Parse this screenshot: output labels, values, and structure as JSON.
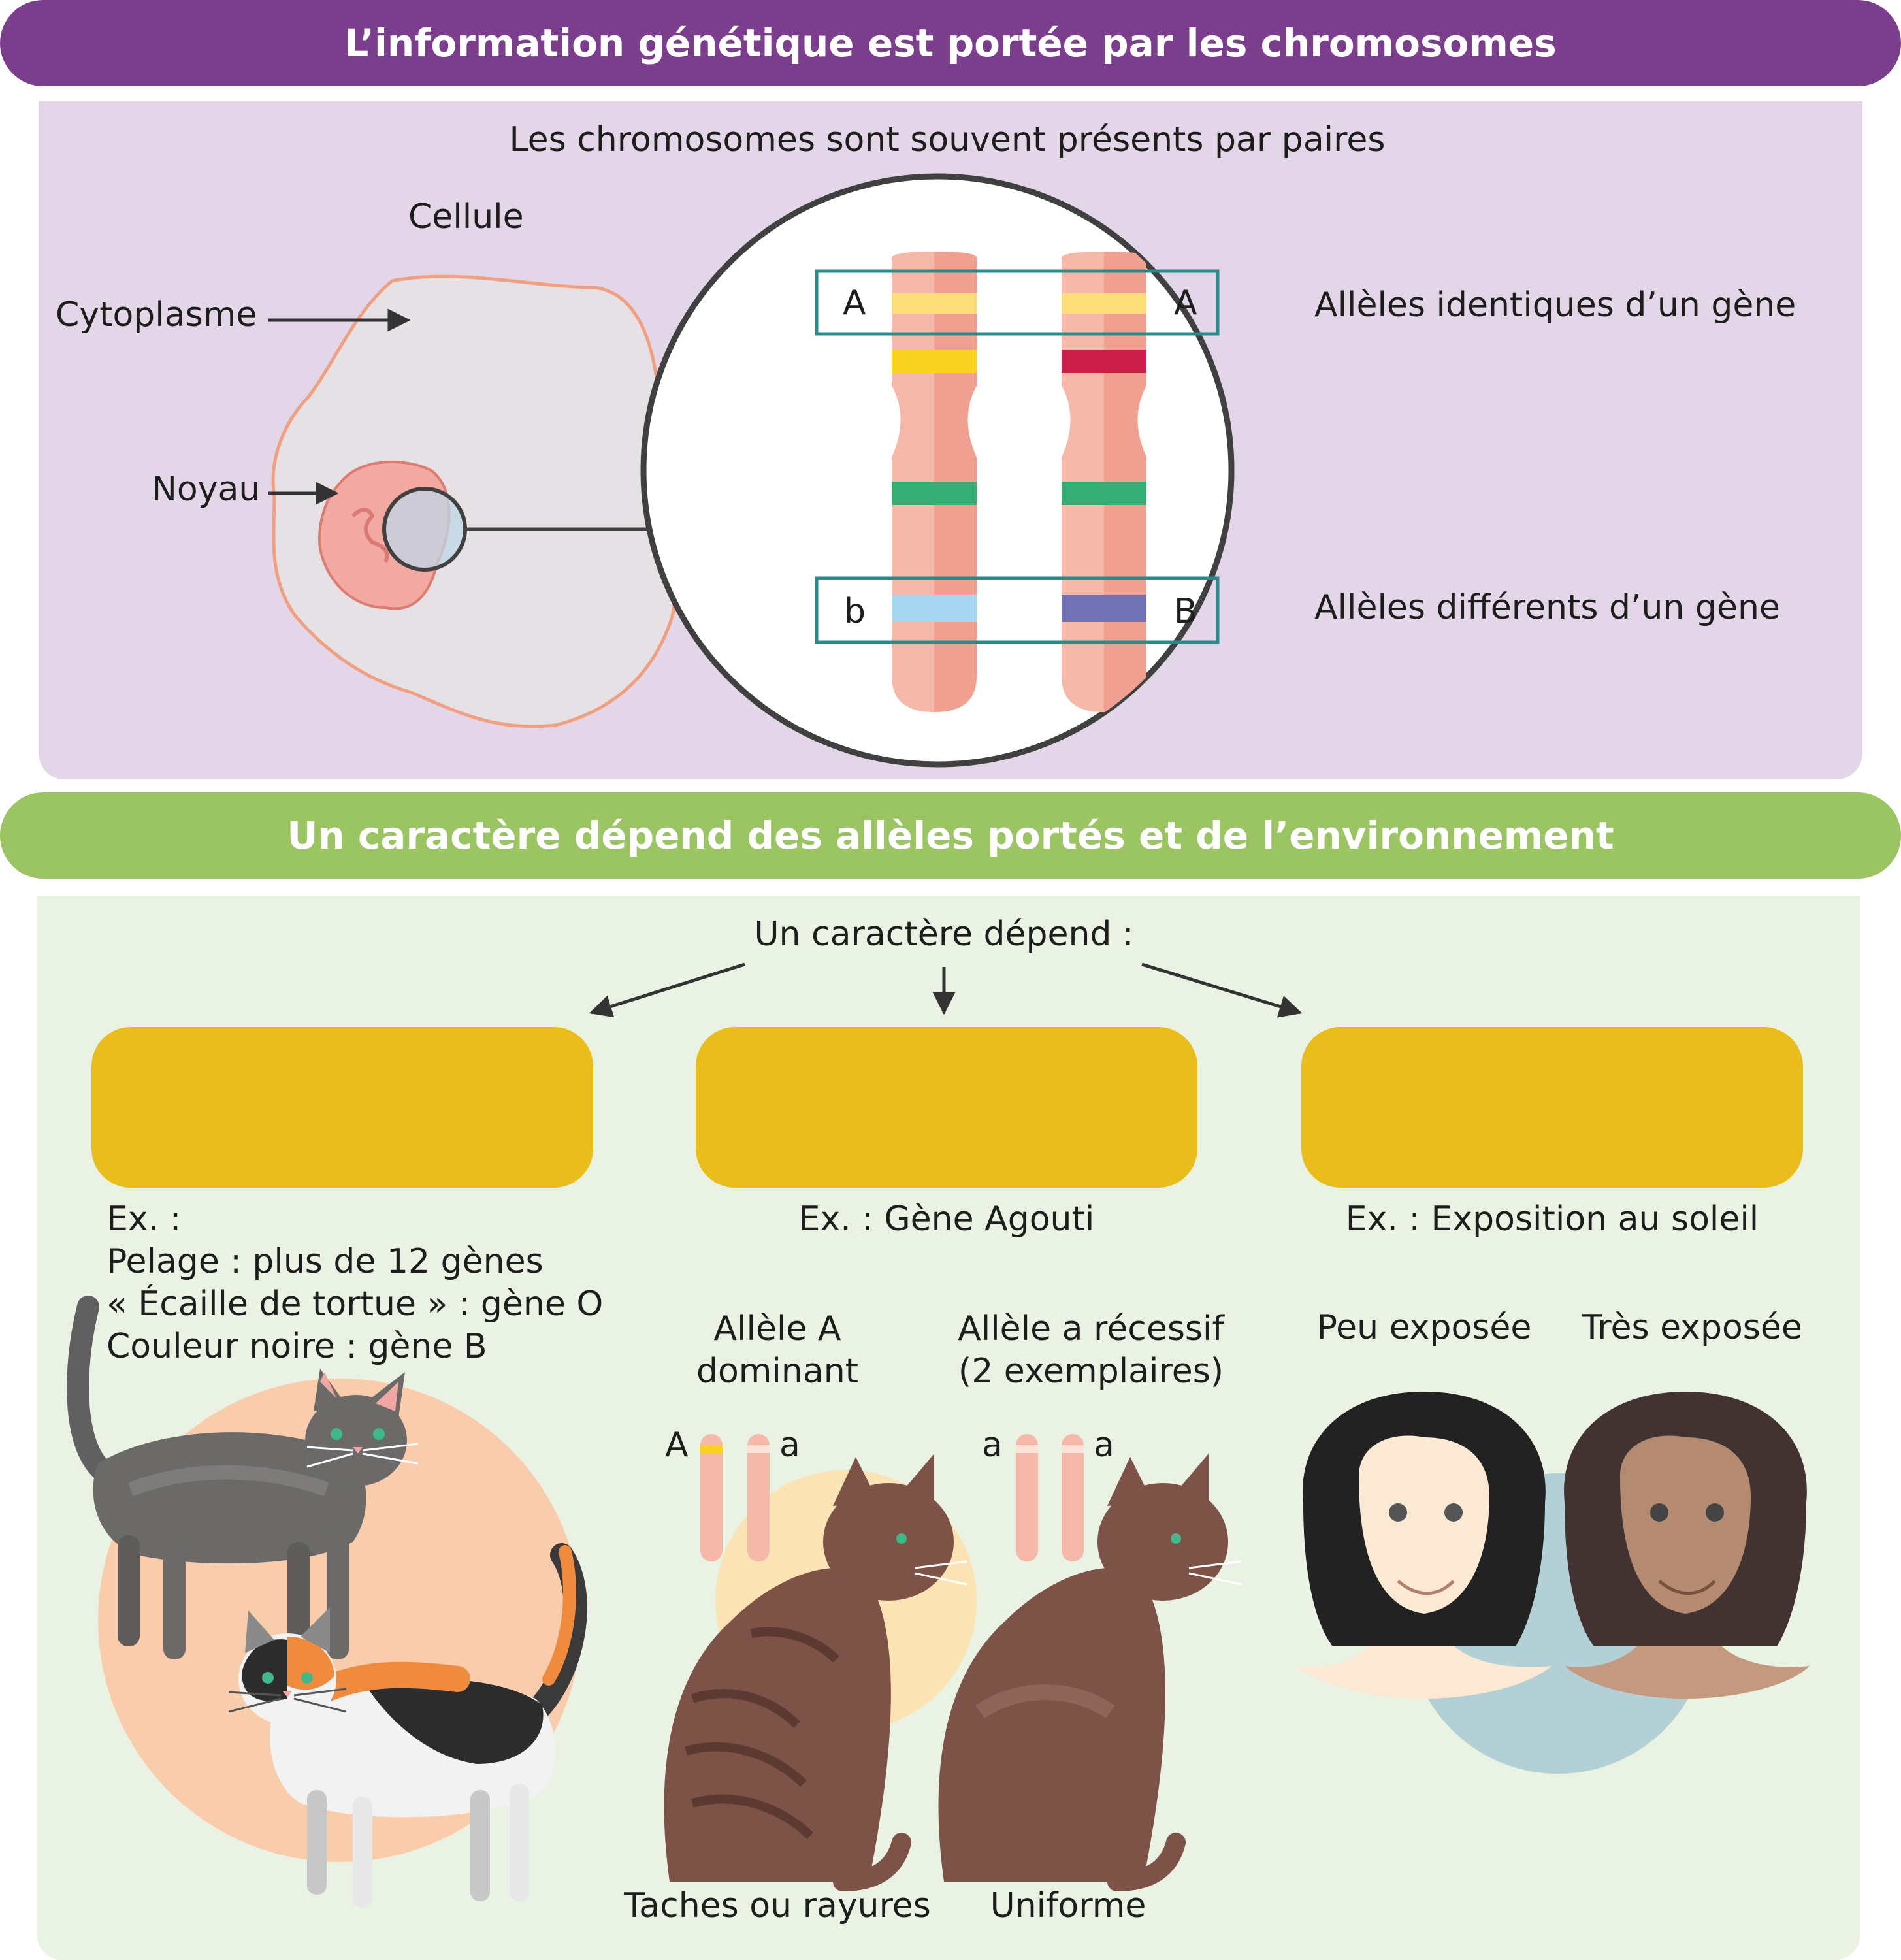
{
  "section1": {
    "banner": "L’information génétique est portée par les chromosomes",
    "subtitle": "Les chromosomes sont souvent présents par paires",
    "cell_label": "Cellule",
    "cytoplasm_label": "Cytoplasme",
    "nucleus_label": "Noyau",
    "allele_top_left": "A",
    "allele_top_right": "A",
    "allele_bottom_left": "b",
    "allele_bottom_right": "B",
    "identical_label": "Allèles identiques d’un gène",
    "different_label": "Allèles différents d’un gène"
  },
  "section2": {
    "banner": "Un caractère dépend des allèles portés et de l’environnement",
    "intro": "Un caractère dépend :",
    "col1": {
      "ex_lines": [
        "Ex. :",
        "Pelage : plus de 12 gènes",
        "« Écaille de tortue » : gène O",
        "Couleur noire : gène B"
      ]
    },
    "col2": {
      "ex": "Ex. : Gène Agouti",
      "dominant_label": [
        "Allèle A",
        "dominant"
      ],
      "recessive_label": [
        "Allèle a récessif",
        "(2 exemplaires)"
      ],
      "chrom_left_letters": [
        "A",
        "a"
      ],
      "chrom_right_letters": [
        "a",
        "a"
      ],
      "spotted_label": "Taches ou rayures",
      "uniform_label": "Uniforme"
    },
    "col3": {
      "ex": "Ex. : Exposition au soleil",
      "low_label": "Peu exposée",
      "high_label": "Très exposée"
    }
  },
  "colors": {
    "purple_banner": "#7b3e8c",
    "green_banner": "#9bc462",
    "purple_panel": "#e2d6e8",
    "green_panel": "#eaf2e3",
    "pill_yellow": "#e9bd1c",
    "chromosome": "#f6b8a8",
    "box_teal": "#2b8a8a"
  }
}
